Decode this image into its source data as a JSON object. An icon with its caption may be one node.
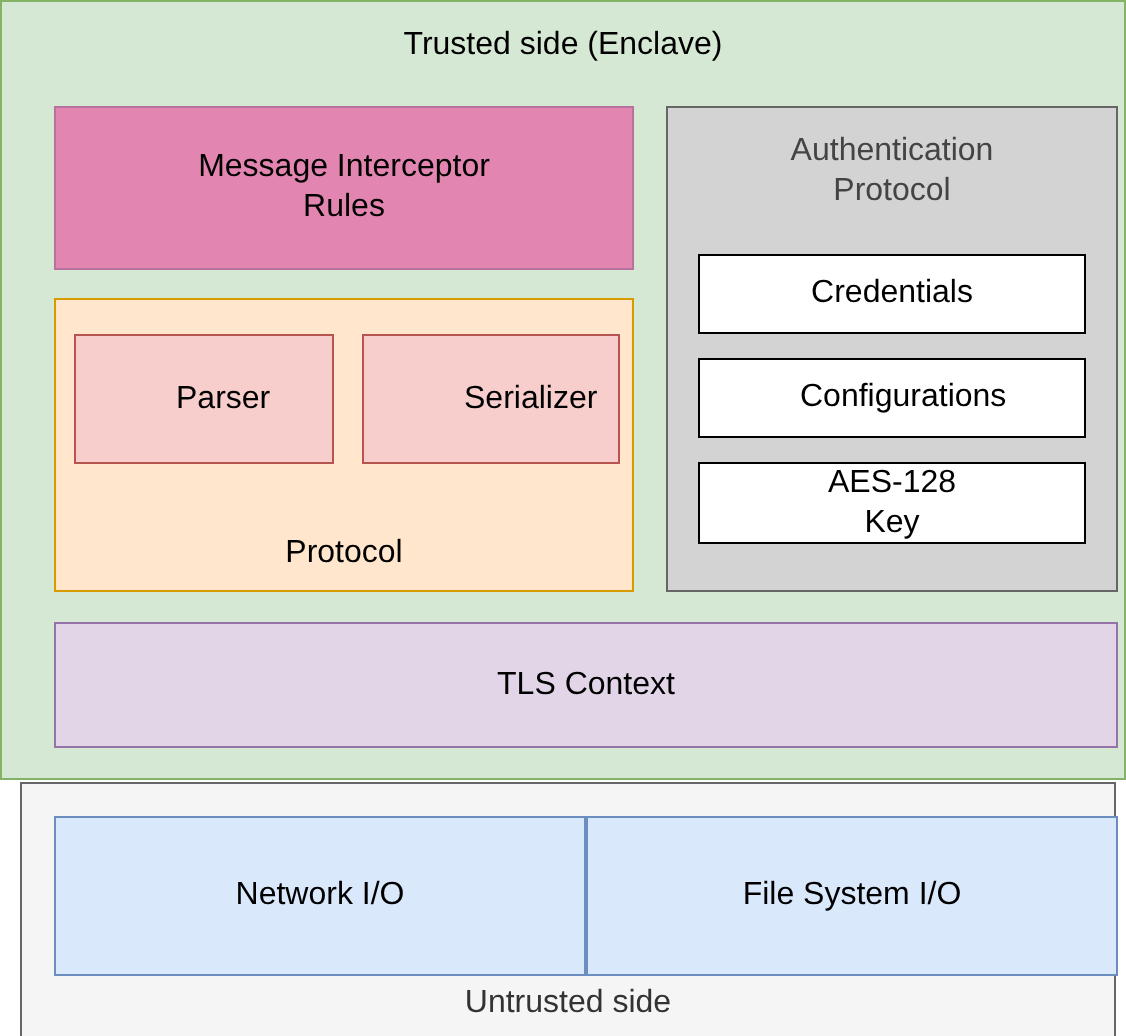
{
  "diagram": {
    "nodes": [
      {
        "text": [
          "Trusted side (Enclave)"
        ]
      },
      {
        "text": [
          "Message Interceptor Rules"
        ],
        "in": 0
      },
      {
        "text": [
          "Protocol"
        ],
        "in": 0
      },
      {
        "text": [
          "Parser"
        ],
        "in": 2
      },
      {
        "text": [
          "Serializer"
        ],
        "in": 2
      },
      {
        "text": [
          "Authentication Protocol"
        ],
        "in": 0
      },
      {
        "text": [
          "Credentials"
        ],
        "in": 5
      },
      {
        "text": [
          "Configurations"
        ],
        "in": 5
      },
      {
        "text": [
          "AES-128 Key"
        ],
        "in": 5
      },
      {
        "text": [
          "TLS Context"
        ],
        "in": 0
      },
      {
        "text": [
          "Untrusted side"
        ]
      },
      {
        "text": [
          "Network I/O"
        ],
        "in": 10
      },
      {
        "text": [
          "File System I/O"
        ],
        "in": 10
      }
    ]
  }
}
